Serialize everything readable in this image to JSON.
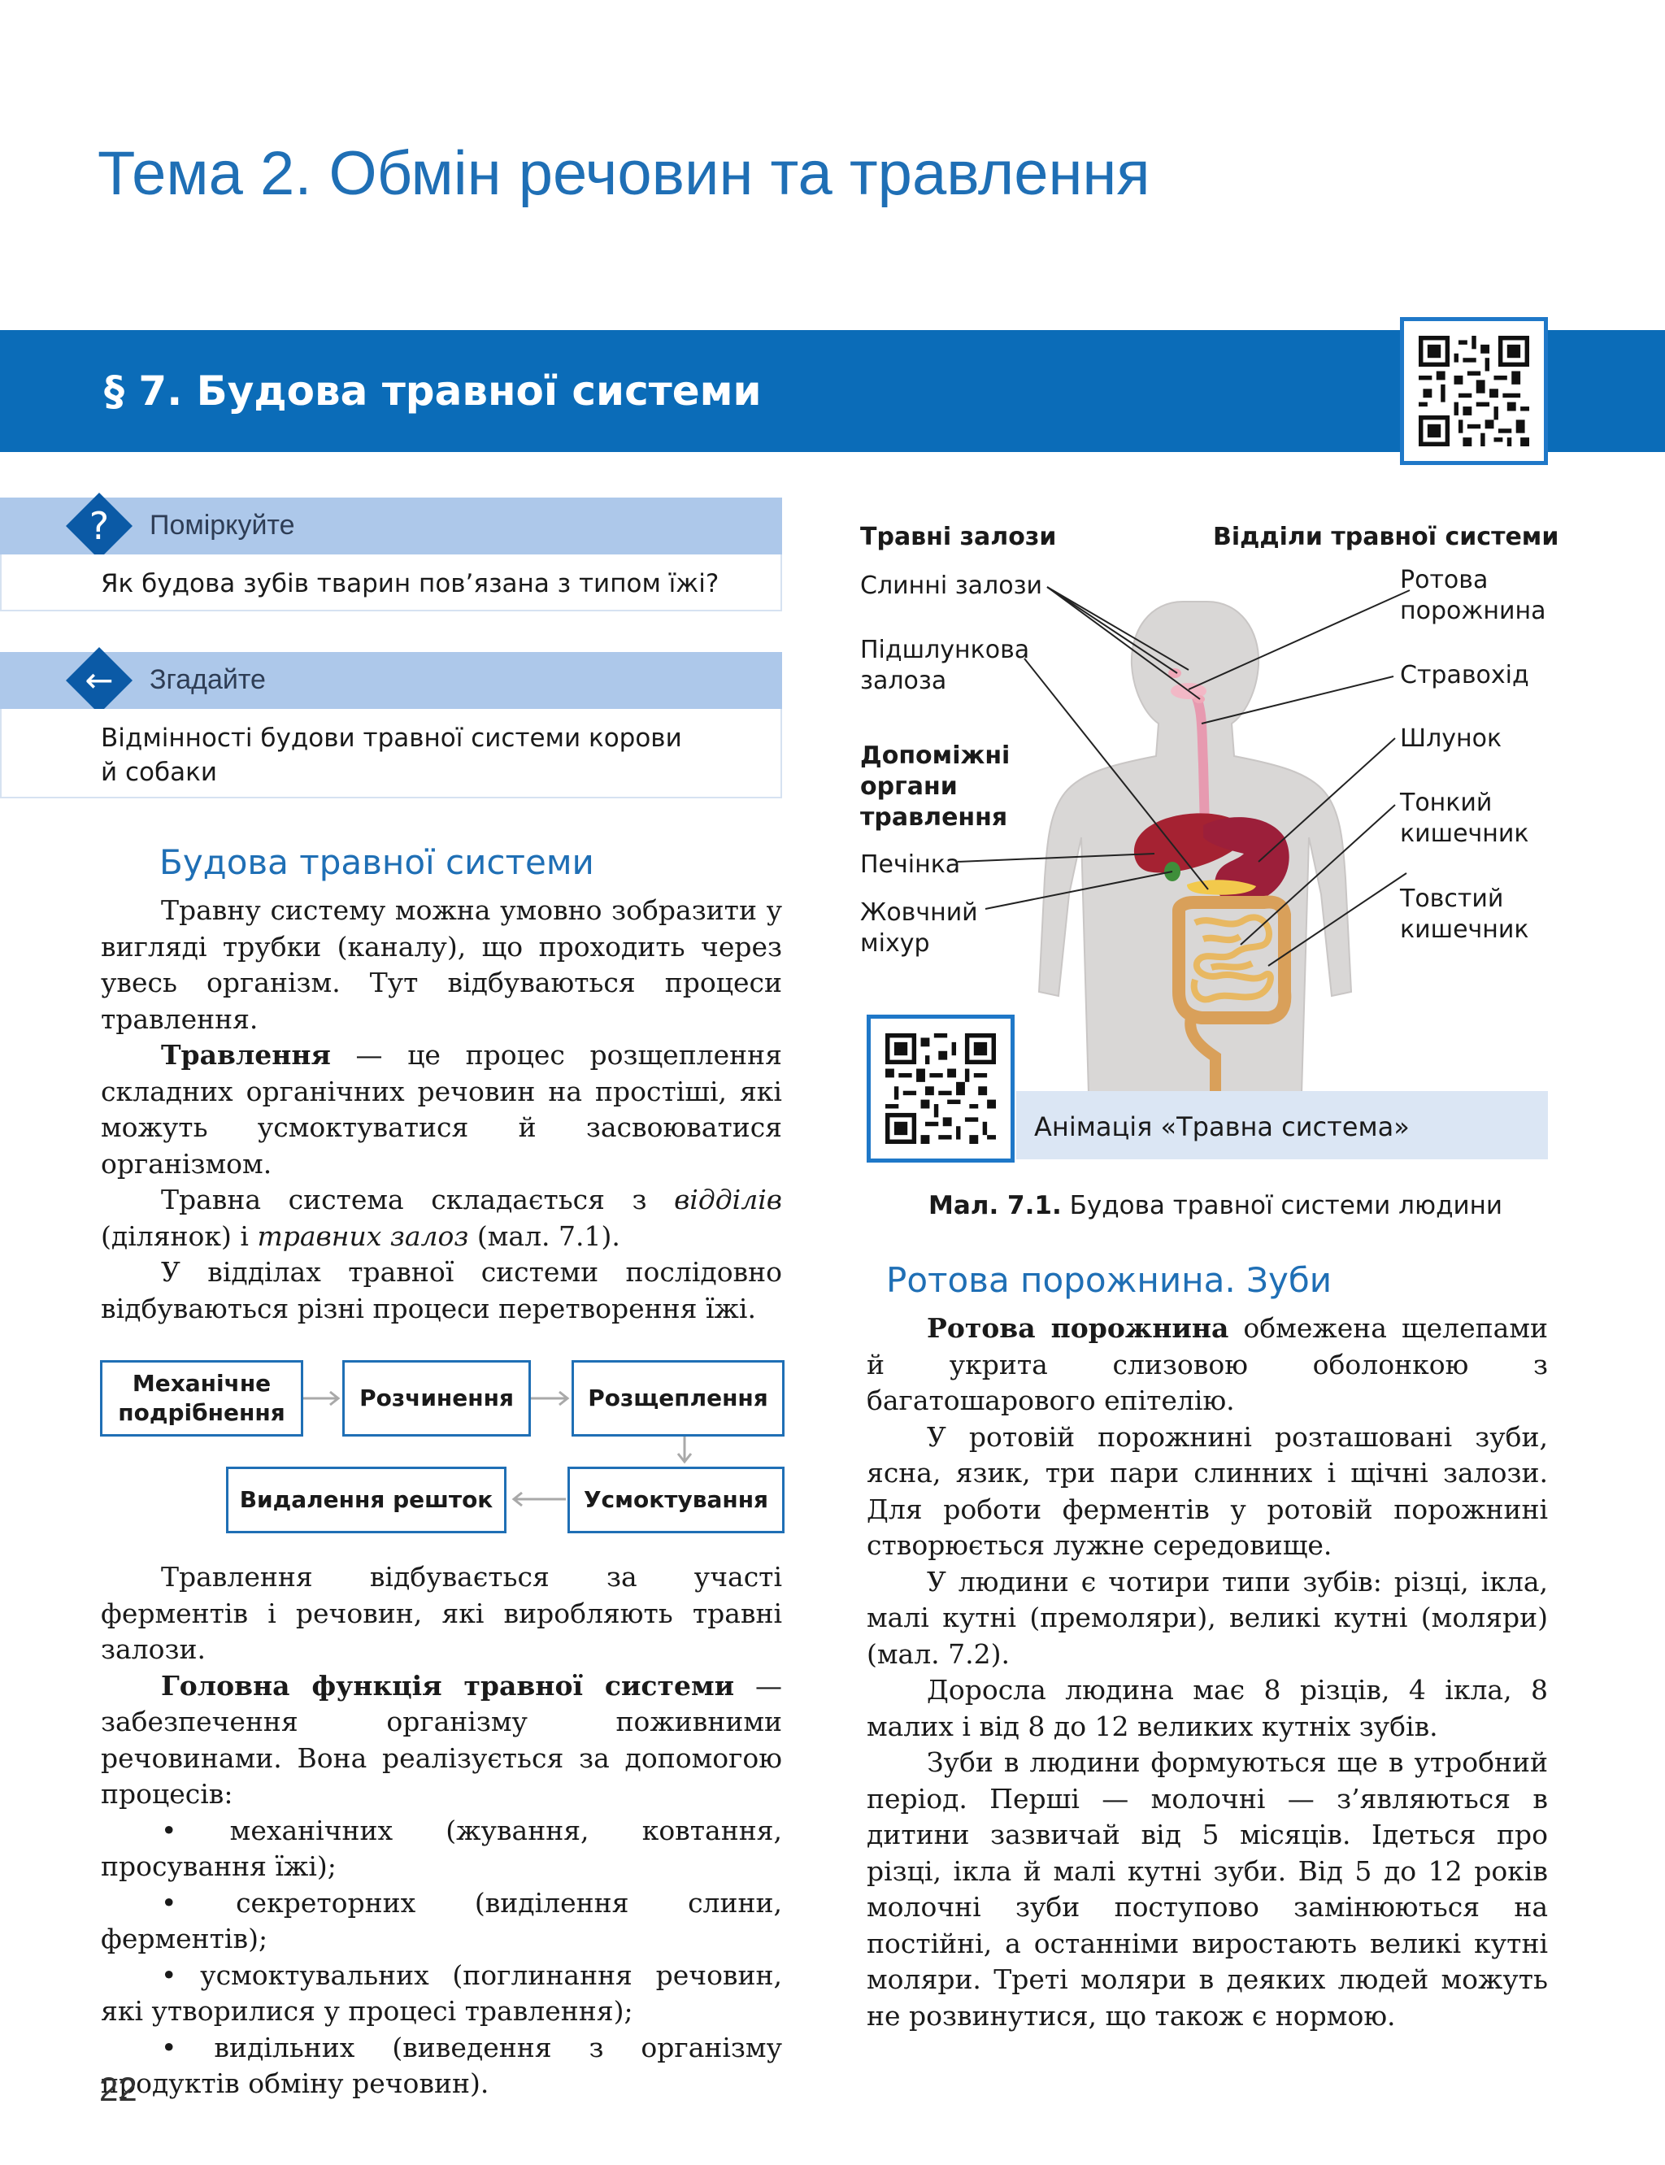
{
  "topic_title": "Тема 2. Обмін речовин та травлення",
  "section_title": "§ 7. Будова травної системи",
  "think_box": {
    "title": "Поміркуйте",
    "icon": "question-icon",
    "text": "Як будова зубів тварин пов’язана з типом їжі?"
  },
  "recall_box": {
    "title": "Згадайте",
    "icon": "arrow-left-icon",
    "lines": [
      "Відмінності будови травної системи корови",
      "й собаки"
    ]
  },
  "left": {
    "subheading": "Будова травної системи",
    "p1": "Травну систему можна умовно зобразити у вигляді трубки (каналу), що проходить через увесь організм. Тут відбуваються процеси травлення.",
    "p2_bold": "Травлення",
    "p2_rest": " — це процес розщеплення складних органічних речовин на простіші, які можуть усмоктуватися й засвоюватися організмом.",
    "p3_a": "Травна система складається з ",
    "p3_i1": "відділів",
    "p3_b": " (ділянок) і ",
    "p3_i2": "травних залоз",
    "p3_c": " (мал. 7.1).",
    "p4": "У відділах травної системи послідовно відбуваються різні процеси перетворення їжі.",
    "flow": [
      "Механічне подрібнення",
      "Розчинення",
      "Розщеплення",
      "Усмоктування",
      "Видалення решток"
    ],
    "p5": "Травлення відбувається за участі ферментів і речовин, які виробляють травні залози.",
    "p6_bold": "Головна функція травної системи",
    "p6_rest": " — забезпечення організму поживними речовинами. Вона реалізується за допомогою процесів:",
    "bullets": [
      "• механічних (жування, ковтання, просування їжі);",
      "• секреторних (виділення слини, ферментів);",
      "• усмоктувальних (поглинання речовин, які утворилися у процесі травлення);",
      "• видільних (виведення з організму продуктів обміну речовин)."
    ]
  },
  "figure": {
    "head_left": "Травні залози",
    "head_right": "Відділи травної системи",
    "salivary": "Слинні залози",
    "pancreas": "Підшлункова залоза",
    "accessory": "Допоміжні органи травлення",
    "liver": "Печінка",
    "gallbladder": "Жовчний міхур",
    "mouth": "Ротова порожнина",
    "esophagus": "Стравохід",
    "stomach": "Шлунок",
    "small_int": "Тонкий кишечник",
    "large_int": "Товстий кишечник",
    "animation": "Анімація «Травна система»",
    "caption_bold": "Мал. 7.1.",
    "caption_rest": " Будова травної системи людини"
  },
  "right": {
    "subheading": "Ротова порожнина. Зуби",
    "p1_bold": "Ротова порожнина",
    "p1_rest": " обмежена щелепами й укрита слизовою оболонкою з багатошарового епітелію.",
    "p2": "У ротовій порожнині розташовані зуби, ясна, язик, три пари слинних і щічні залози. Для роботи ферментів у ротовій порожнині створюється лужне середовище.",
    "p3": "У людини є чотири типи зубів: різці, ікла, малі кутні (премоляри), великі кутні (моляри) (мал. 7.2).",
    "p4": "Доросла людина має 8 різців, 4 ікла, 8 малих і від 8 до 12 великих кутніх зубів.",
    "p5": "Зуби в людини формуються ще в утробний період. Перші — молочні — з’являються в дитини зазвичай від 5 місяців. Ідеться про різці, ікла й малі кутні зуби. Від 5 до 12 років молочні зуби поступово замінюються на постійні, а останніми виростають великі кутні моляри. Треті моляри в деяких людей можуть не розвинутися, що також є нормою."
  },
  "page_number": "22",
  "colors": {
    "accent": "#1f6fb5",
    "band": "#0b6cb8",
    "box_head": "#adc8ea",
    "diamond": "#0b5aa6"
  }
}
